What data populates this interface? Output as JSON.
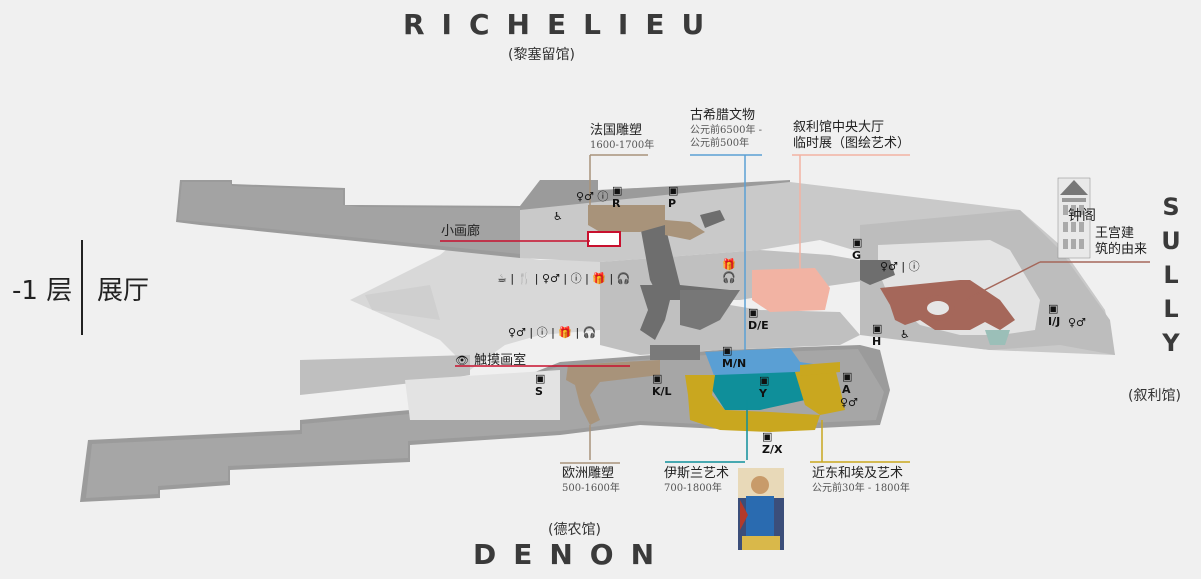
{
  "wings": {
    "richelieu": {
      "name": "RICHELIEU",
      "sub": "(黎塞留馆)"
    },
    "denon": {
      "name": "DENON",
      "sub": "(德农馆)"
    },
    "sully": {
      "letters": [
        "S",
        "U",
        "L",
        "L",
        "Y"
      ],
      "sub": "(叙利馆)"
    }
  },
  "level": {
    "name": "-1 层",
    "title": "展厅"
  },
  "labels": {
    "french_sculpture": {
      "title": "法国雕塑",
      "dates": "1600-1700年"
    },
    "greek": {
      "title": "古希腊文物",
      "dates1": "公元前6500年 -",
      "dates2": "公元前500年"
    },
    "sully_hall": {
      "line1": "叙利馆中央大厅",
      "line2": "临时展（图绘艺术）"
    },
    "small_gallery": {
      "title": "小画廊"
    },
    "touch_gallery": {
      "title": "触摸画室"
    },
    "clock": {
      "line1": "钟阁",
      "line2": "王宫建",
      "line3": "筑的由来"
    },
    "euro_sculpture": {
      "title": "欧洲雕塑",
      "dates": "500-1600年"
    },
    "islamic": {
      "title": "伊斯兰艺术",
      "dates": "700-1800年"
    },
    "near_east": {
      "title": "近东和埃及艺术",
      "dates": "公元前30年 - 1800年"
    }
  },
  "letters": {
    "R": "R",
    "P": "P",
    "G": "G",
    "H": "H",
    "DE": "D/E",
    "MN": "M/N",
    "S": "S",
    "KL": "K/L",
    "Y": "Y",
    "ZX": "Z/X",
    "A": "A",
    "IJ": "I/J"
  },
  "colors": {
    "french_sculpture": "#a8937a",
    "greek": "#5a9fd4",
    "sully_hall": "#f2b3a3",
    "sully_medieval": "#a5675a",
    "islamic": "#0f8f9a",
    "near_east": "#c9a71f",
    "euro_sculpture": "#a8937a",
    "small_gallery_line": "#c8102e",
    "floor": "#c9c9c9",
    "floor_dark": "#8a8a8a",
    "stairs": "#6e6e6e"
  }
}
